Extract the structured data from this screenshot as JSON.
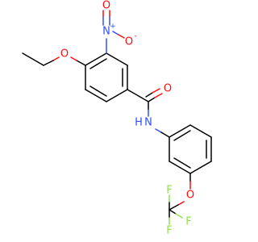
{
  "molecule": {
    "atoms": {
      "nitro_n": {
        "symbol": "N",
        "charge": "+",
        "color": "#3050f8"
      },
      "nitro_o_top": {
        "symbol": "O",
        "charge": "",
        "color": "#ff0d0d"
      },
      "nitro_o_right": {
        "symbol": "O",
        "charge": "-",
        "color": "#ff0d0d"
      },
      "ether_o": {
        "symbol": "O",
        "charge": "",
        "color": "#ff0d0d"
      },
      "carbonyl_o": {
        "symbol": "O",
        "charge": "",
        "color": "#ff0d0d"
      },
      "amide_n": {
        "symbol": "N",
        "hydrogen": "H",
        "color": "#3050f8"
      },
      "aryl_o": {
        "symbol": "O",
        "charge": "",
        "color": "#ff0d0d"
      },
      "f_top": {
        "symbol": "F",
        "color": "#90e050"
      },
      "f_right": {
        "symbol": "F",
        "color": "#90e050"
      },
      "f_bottom": {
        "symbol": "F",
        "color": "#90e050"
      }
    },
    "colors": {
      "bond": "#000000",
      "oxygen": "#ff0d0d",
      "nitrogen": "#3050f8",
      "fluorine": "#90e050",
      "background": "#ffffff"
    }
  }
}
